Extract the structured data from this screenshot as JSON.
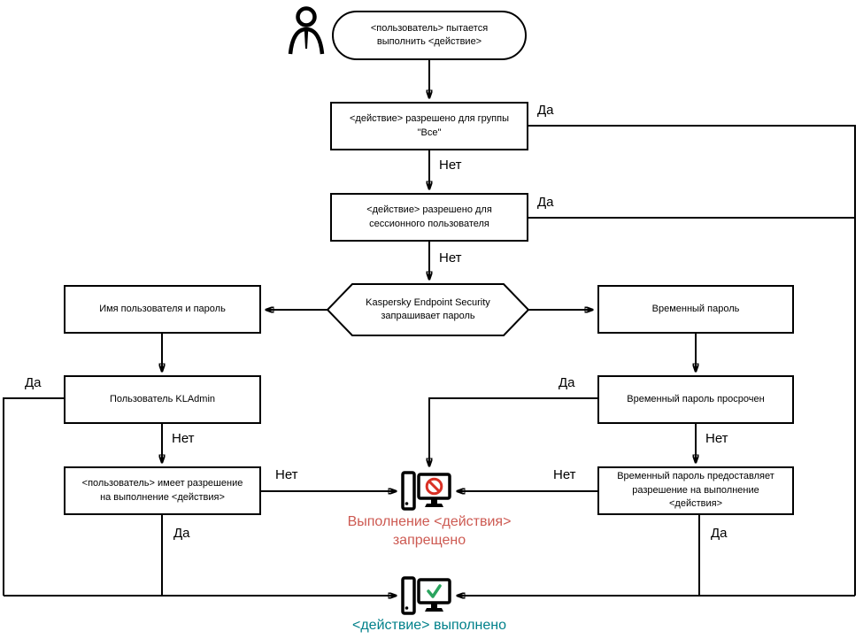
{
  "diagram": {
    "labels": {
      "yes": "Да",
      "no": "Нет"
    },
    "nodes": {
      "start": "<пользователь> пытается выполнить <действие>",
      "allowed_everyone": "<действие> разрешено для группы \"Все\"",
      "allowed_session": "<действие> разрешено для сессионного пользователя",
      "kes_prompt": "Kaspersky Endpoint Security запрашивает пароль",
      "username_password": "Имя пользователя и пароль",
      "temp_password": "Временный пароль",
      "kladmin": "Пользователь KLAdmin",
      "user_has_permission": "<пользователь> имеет разрешение на выполнение <действия>",
      "temp_expired": "Временный пароль просрочен",
      "temp_grants": "Временный пароль предоставляет разрешение на выполнение <действия>",
      "denied": "Выполнение <действия> запрещено",
      "done": "<действие> выполнено"
    },
    "icons": {
      "person": "person-icon",
      "blocked": "computer-blocked-icon",
      "done": "computer-done-icon"
    },
    "colors": {
      "line": "#000000",
      "denied_text": "#cd5a52",
      "denied_sign": "#d93025",
      "done_text": "#00808a",
      "done_check": "#2aa45e"
    }
  }
}
